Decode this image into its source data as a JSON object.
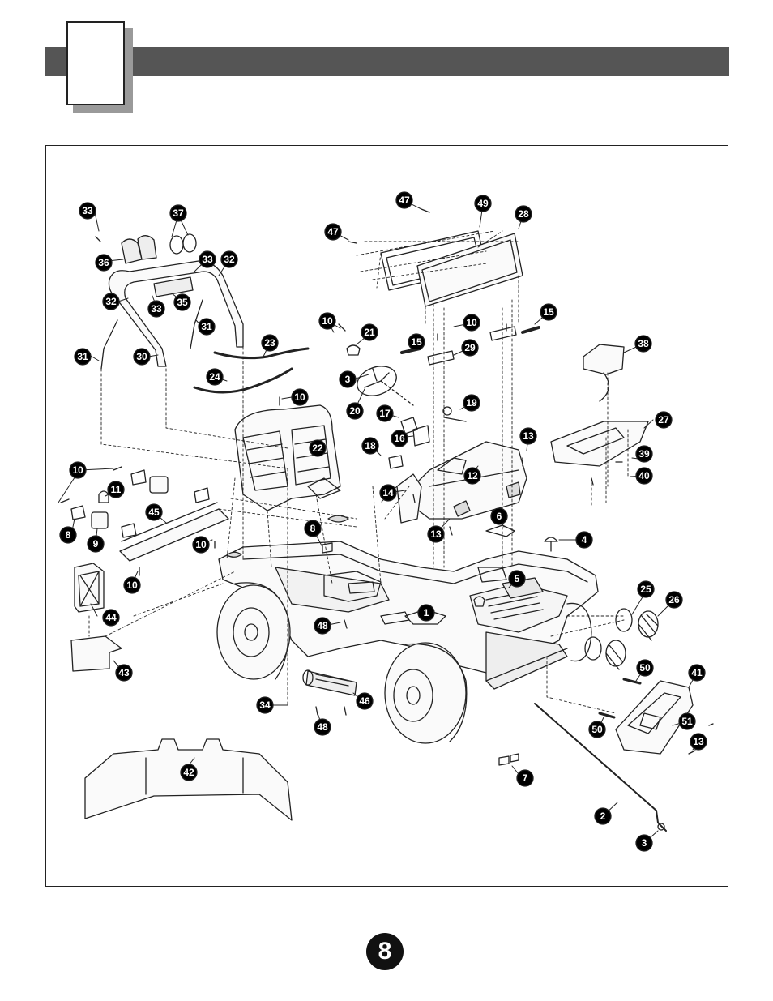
{
  "page_number": "8",
  "callouts": [
    "1",
    "2",
    "3",
    "3",
    "4",
    "5",
    "6",
    "7",
    "8",
    "8",
    "9",
    "10",
    "10",
    "10",
    "10",
    "10",
    "10",
    "11",
    "12",
    "13",
    "13",
    "13",
    "14",
    "15",
    "15",
    "16",
    "17",
    "18",
    "19",
    "20",
    "21",
    "22",
    "23",
    "24",
    "25",
    "26",
    "27",
    "28",
    "29",
    "30",
    "31",
    "31",
    "32",
    "32",
    "33",
    "33",
    "33",
    "34",
    "35",
    "36",
    "37",
    "38",
    "39",
    "40",
    "41",
    "42",
    "43",
    "44",
    "45",
    "46",
    "47",
    "47",
    "48",
    "48",
    "49",
    "50",
    "50",
    "51"
  ]
}
